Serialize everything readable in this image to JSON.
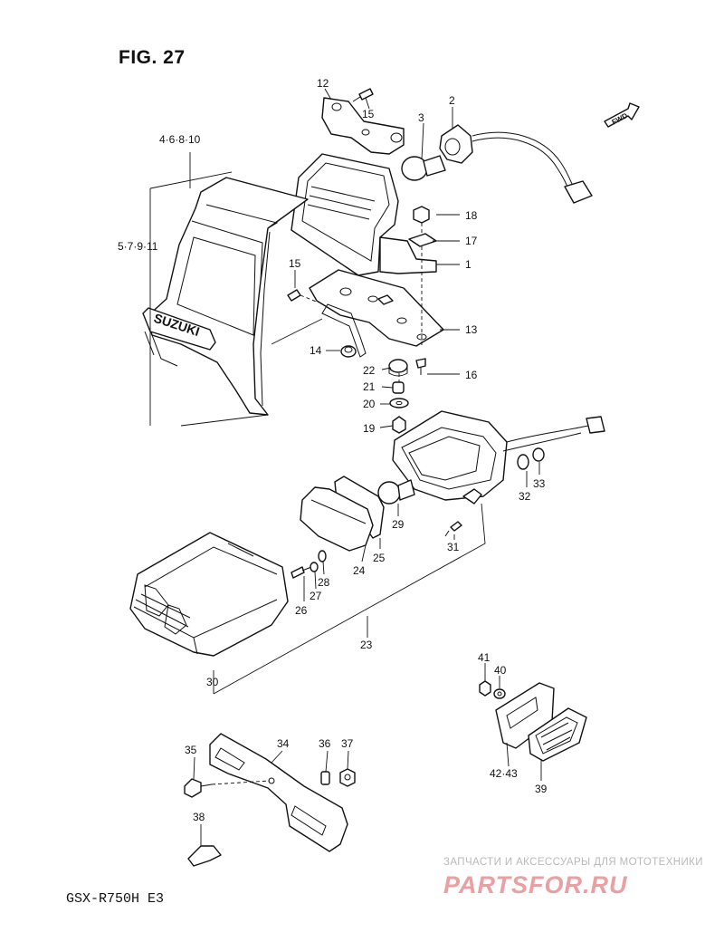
{
  "figure": {
    "title": "FIG. 27",
    "model_code": "GSX-R750H  E3",
    "fwd_label": "FWD",
    "brand_on_cover": "SUZUKI"
  },
  "watermark": {
    "tagline": "ЗАПЧАСТИ И АКСЕССУАРЫ ДЛЯ МОТОТЕХНИКИ",
    "brand": "PARTSFOR.RU"
  },
  "callouts": {
    "c1": "1",
    "c2": "2",
    "c3": "3",
    "c4_10": "4·6·8·10",
    "c5_11": "5·7·9·11",
    "c12": "12",
    "c13": "13",
    "c14": "14",
    "c15a": "15",
    "c15b": "15",
    "c16": "16",
    "c17": "17",
    "c18": "18",
    "c19": "19",
    "c20": "20",
    "c21": "21",
    "c22": "22",
    "c23": "23",
    "c24": "24",
    "c25": "25",
    "c26": "26",
    "c27": "27",
    "c28": "28",
    "c29": "29",
    "c30": "30",
    "c31": "31",
    "c32": "32",
    "c33": "33",
    "c34": "34",
    "c35": "35",
    "c36": "36",
    "c37": "37",
    "c38": "38",
    "c39": "39",
    "c40": "40",
    "c41": "41",
    "c42_43": "42·43"
  },
  "colors": {
    "line": "#111111",
    "watermark_gray": "#b9b9b9",
    "watermark_red": "#e9a0a3"
  }
}
